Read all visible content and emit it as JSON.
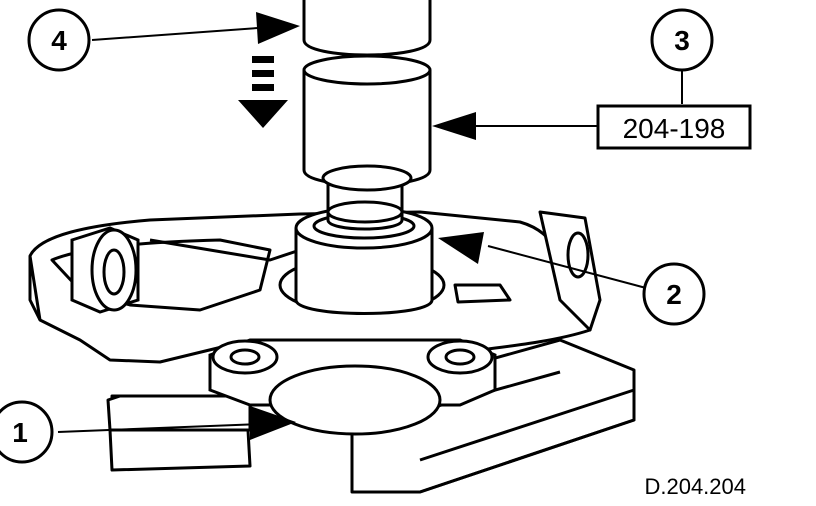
{
  "callouts": {
    "c1": "1",
    "c2": "2",
    "c3": "3",
    "c4": "4"
  },
  "tool_label": "204-198",
  "figure_ref": "D.204.204",
  "colors": {
    "ink": "#000000",
    "paper": "#ffffff"
  }
}
